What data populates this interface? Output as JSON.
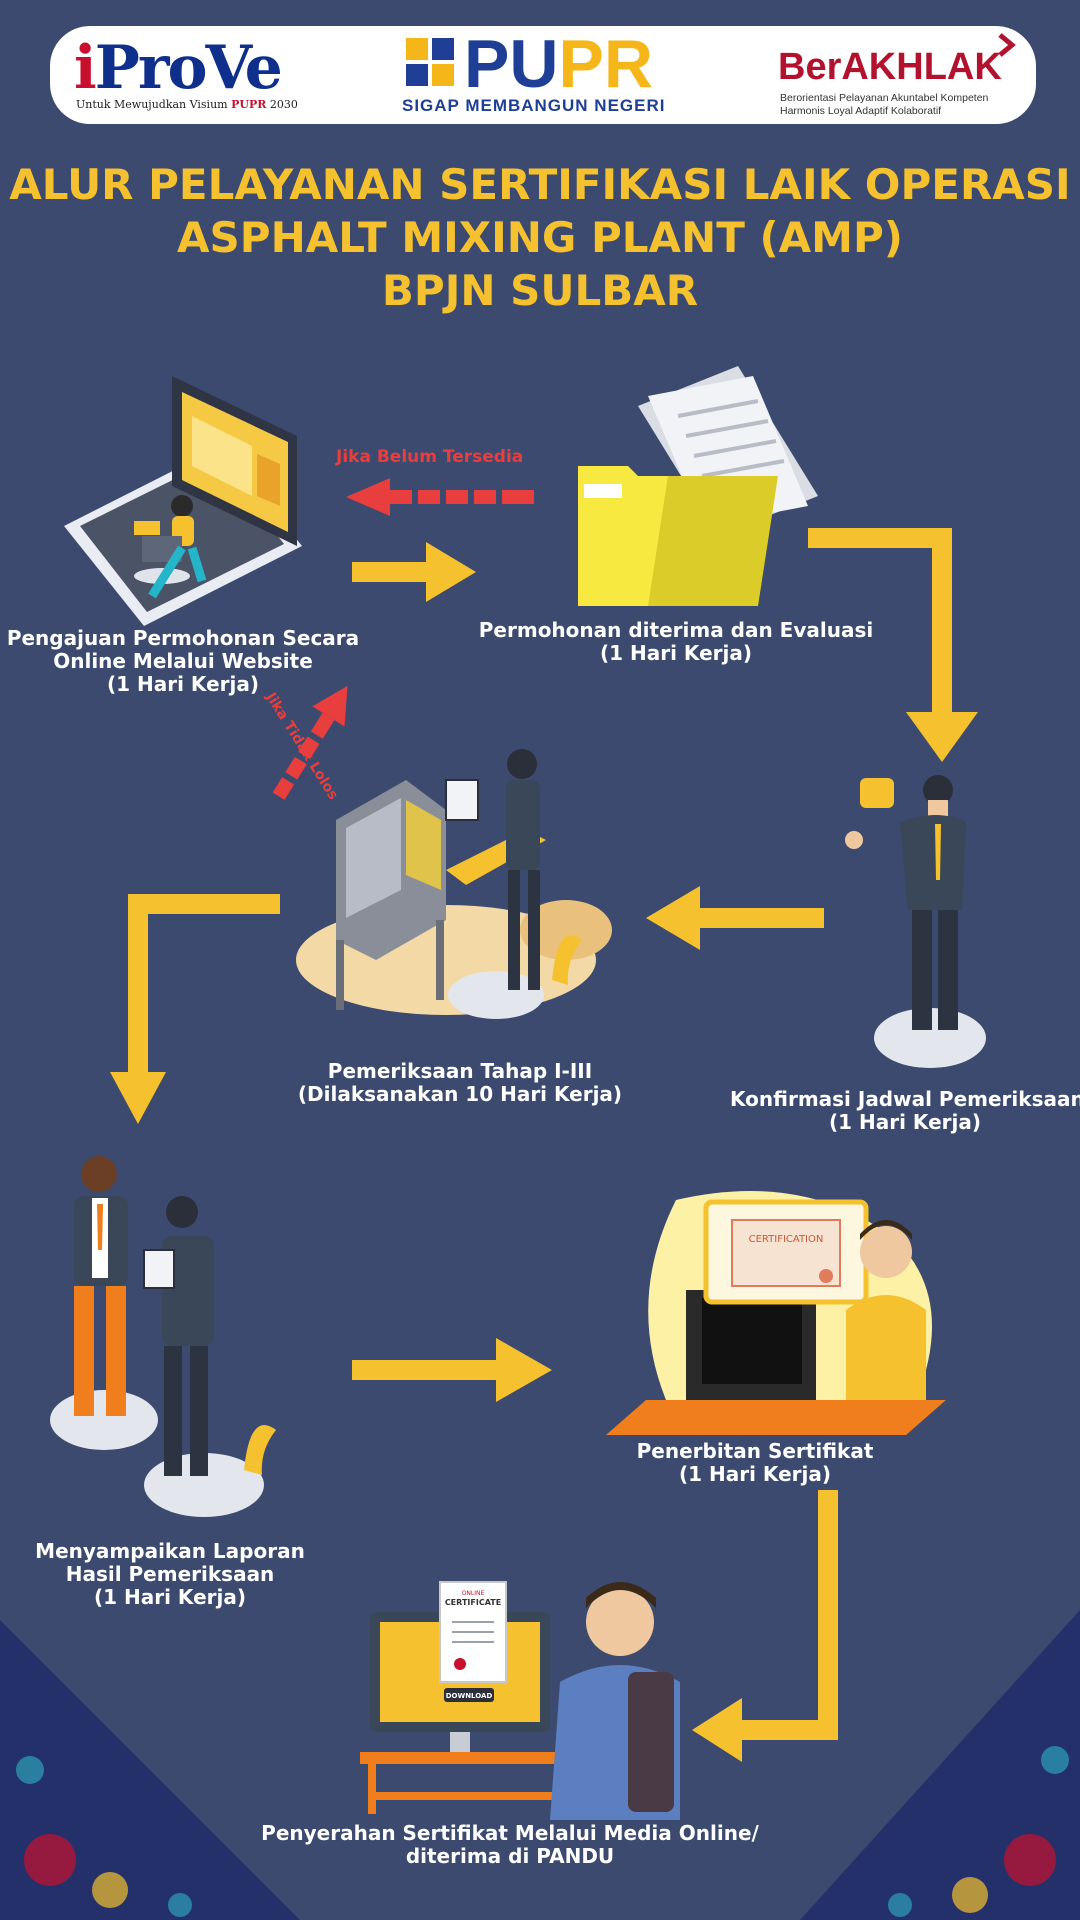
{
  "header": {
    "iprove": {
      "logo": "iProVe",
      "tagline_prefix": "Untuk Mewujudkan Visium ",
      "tagline_highlight": "PUPR",
      "tagline_suffix": " 2030"
    },
    "pupr": {
      "logo": "PUPR",
      "logo_highlight": "PR",
      "tagline": "SIGAP MEMBANGUN NEGERI"
    },
    "berakhlak": {
      "logo": "BerAKHLAK",
      "tagline_line1": "Berorientasi Pelayanan Akuntabel Kompeten",
      "tagline_line2": "Harmonis Loyal Adaptif Kolaboratif"
    }
  },
  "title": {
    "line1": "ALUR PELAYANAN SERTIFIKASI LAIK OPERASI",
    "line2": "ASPHALT MIXING PLANT (AMP)",
    "line3": "BPJN SULBAR"
  },
  "steps": [
    {
      "id": "pengajuan",
      "line1": "Pengajuan Permohonan Secara",
      "line2": "Online Melalui Website",
      "line3": "(1 Hari Kerja)"
    },
    {
      "id": "evaluasi",
      "line1": "Permohonan diterima dan Evaluasi",
      "line2": "(1 Hari Kerja)"
    },
    {
      "id": "konfirmasi",
      "line1": "Konfirmasi Jadwal Pemeriksaan",
      "line2": "(1 Hari Kerja)"
    },
    {
      "id": "pemeriksaan",
      "line1": "Pemeriksaan Tahap I-III",
      "line2": "(Dilaksanakan 10 Hari Kerja)"
    },
    {
      "id": "laporan",
      "line1": "Menyampaikan Laporan",
      "line2": "Hasil Pemeriksaan",
      "line3": "(1 Hari Kerja)"
    },
    {
      "id": "penerbitan",
      "line1": "Penerbitan Sertifikat",
      "line2": "(1 Hari Kerja)"
    },
    {
      "id": "penyerahan",
      "line1": "Penyerahan Sertifikat Melalui Media Online/",
      "line2": "diterima di PANDU"
    }
  ],
  "notes": {
    "belum_tersedia": "Jika Belum Tersedia",
    "tidak_lolos": "Jika Tidak Lolos"
  },
  "illustrations": {
    "certification_label": "CERTIFICATION",
    "online_certificate_top": "ONLINE",
    "online_certificate_label": "CERTIFICATE",
    "download_label": "DOWNLOAD"
  },
  "colors": {
    "background": "#3b4a6e",
    "accent_yellow": "#f5c12e",
    "alert_red": "#e83e3e",
    "text_white": "#ffffff"
  }
}
